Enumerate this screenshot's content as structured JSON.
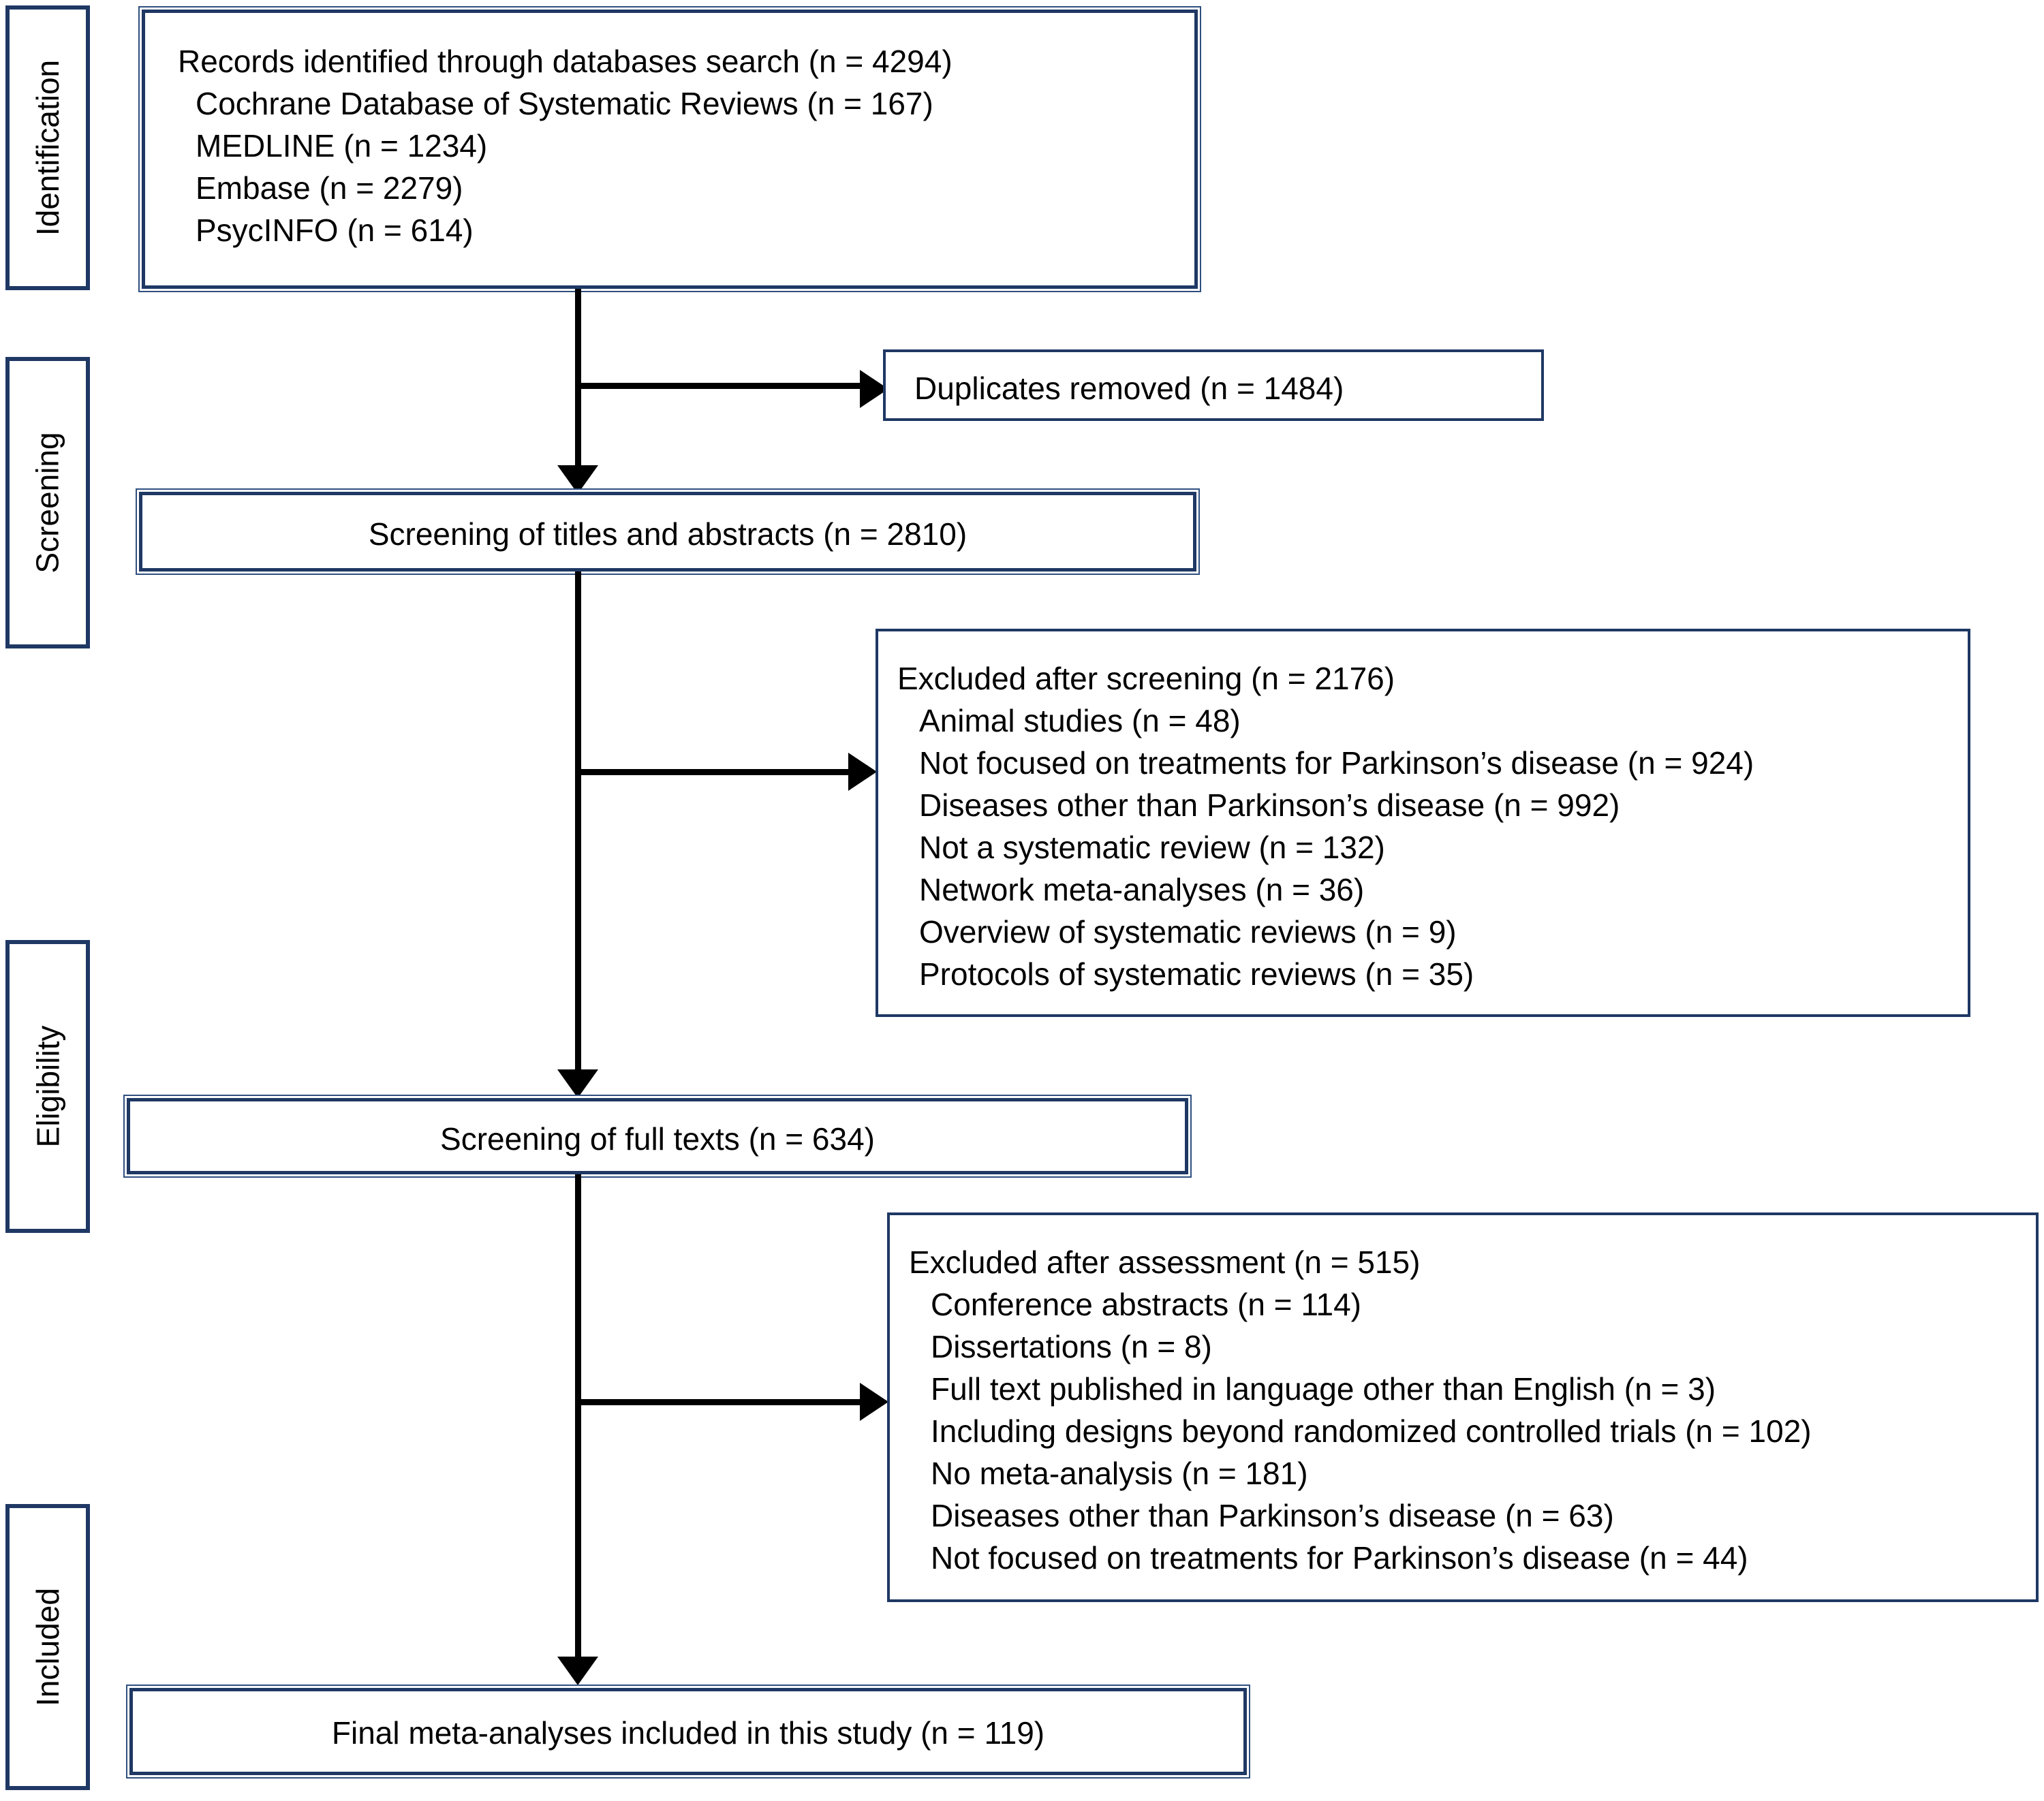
{
  "diagram": {
    "title": "PRISMA study selection flow diagram",
    "border_color": "#1f3864",
    "line_color": "#000000",
    "background": "#ffffff"
  },
  "stages": [
    {
      "label": "Identification"
    },
    {
      "label": "Screening"
    },
    {
      "label": "Eligibility"
    },
    {
      "label": "Included"
    }
  ],
  "boxes": {
    "identification": {
      "heading": "Records identified through databases search (n = 4294)",
      "sources": [
        "Cochrane Database of Systematic Reviews (n = 167)",
        "MEDLINE (n = 1234)",
        "Embase (n = 2279)",
        "PsycINFO (n = 614)"
      ]
    },
    "duplicates": {
      "text": "Duplicates removed (n = 1484)"
    },
    "screening_titles": {
      "text": "Screening of titles and abstracts (n = 2810)"
    },
    "excluded_screening": {
      "heading": "Excluded after screening (n = 2176)",
      "reasons": [
        "Animal studies (n = 48)",
        "Not focused on treatments for Parkinson’s disease (n = 924)",
        "Diseases other than Parkinson’s disease (n = 992)",
        "Not a systematic review (n = 132)",
        "Network meta-analyses (n = 36)",
        "Overview of systematic reviews (n = 9)",
        "Protocols of systematic reviews (n = 35)"
      ]
    },
    "screening_fulltext": {
      "text": "Screening of full texts (n = 634)"
    },
    "excluded_assessment": {
      "heading": "Excluded after assessment (n = 515)",
      "reasons": [
        "Conference abstracts (n = 114)",
        "Dissertations (n = 8)",
        "Full text published in language other than English (n = 3)",
        "Including designs beyond randomized controlled trials (n = 102)",
        "No meta-analysis (n = 181)",
        "Diseases other than Parkinson’s disease (n = 63)",
        "Not focused on treatments for Parkinson’s disease (n = 44)"
      ]
    },
    "included_final": {
      "text": "Final meta-analyses included in this study (n = 119)"
    }
  },
  "flow_data": {
    "type": "prisma-flow",
    "records_identified": 4294,
    "sources": {
      "Cochrane Database of Systematic Reviews": 167,
      "MEDLINE": 1234,
      "Embase": 2279,
      "PsycINFO": 614
    },
    "duplicates_removed": 1484,
    "screened_titles_abstracts": 2810,
    "excluded_after_screening_total": 2176,
    "excluded_after_screening": {
      "Animal studies": 48,
      "Not focused on treatments for Parkinson’s disease": 924,
      "Diseases other than Parkinson’s disease": 992,
      "Not a systematic review": 132,
      "Network meta-analyses": 36,
      "Overview of systematic reviews": 9,
      "Protocols of systematic reviews": 35
    },
    "full_texts_screened": 634,
    "excluded_after_assessment_total": 515,
    "excluded_after_assessment": {
      "Conference abstracts": 114,
      "Dissertations": 8,
      "Full text published in language other than English": 3,
      "Including designs beyond randomized controlled trials": 102,
      "No meta-analysis": 181,
      "Diseases other than Parkinson’s disease": 63,
      "Not focused on treatments for Parkinson’s disease": 44
    },
    "final_included": 119
  }
}
